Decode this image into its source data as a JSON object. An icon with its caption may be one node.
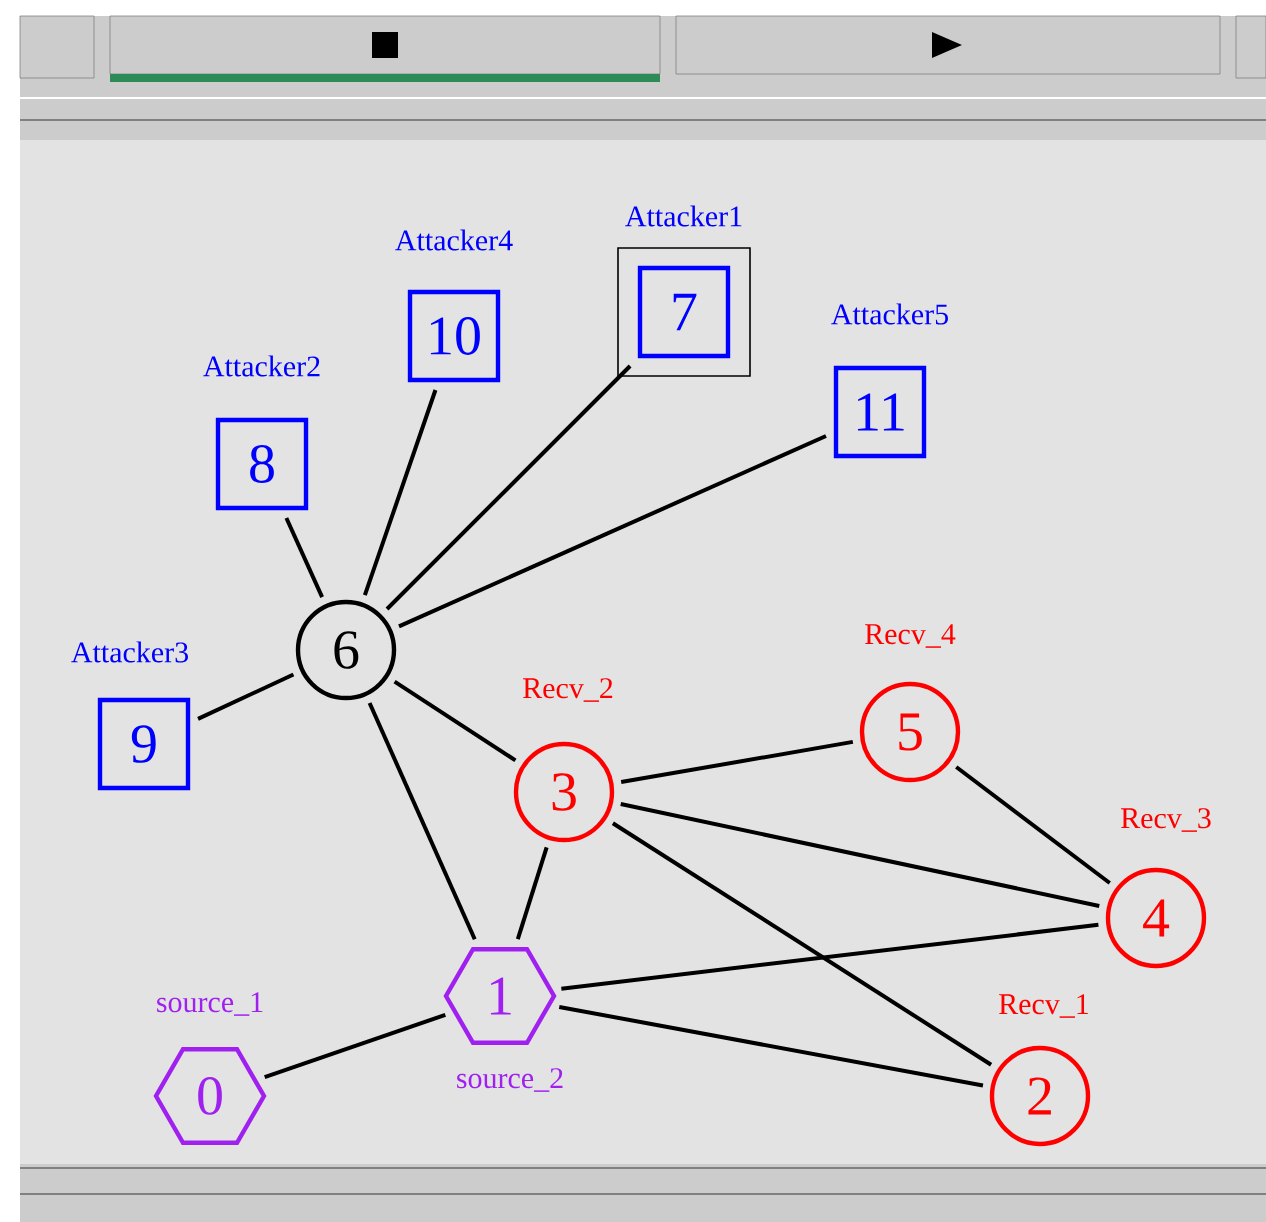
{
  "diagram": {
    "nodes": [
      {
        "text": [
          "0"
        ],
        "beside": [
          "source_1"
        ]
      },
      {
        "text": [
          "1"
        ],
        "beside": [
          "source_2"
        ]
      },
      {
        "text": [
          "2"
        ],
        "beside": [
          "Recv_1"
        ]
      },
      {
        "text": [
          "3"
        ],
        "beside": [
          "Recv_2"
        ]
      },
      {
        "text": [
          "4"
        ],
        "beside": [
          "Recv_3"
        ]
      },
      {
        "text": [
          "5"
        ],
        "beside": [
          "Recv_4"
        ]
      },
      {
        "text": [
          "6"
        ]
      },
      {
        "text": [
          "7"
        ],
        "beside": [
          "Attacker1"
        ]
      },
      {
        "text": [
          "8"
        ],
        "beside": [
          "Attacker2"
        ]
      },
      {
        "text": [
          "9"
        ],
        "beside": [
          "Attacker3"
        ]
      },
      {
        "text": [
          "10"
        ],
        "beside": [
          "Attacker4"
        ]
      },
      {
        "text": [
          "11"
        ],
        "beside": [
          "Attacker5"
        ]
      }
    ],
    "edges": [
      {
        "from": 0,
        "to": 1,
        "arrow": "none"
      },
      {
        "from": 1,
        "to": 6,
        "arrow": "none"
      },
      {
        "from": 1,
        "to": 3,
        "arrow": "none"
      },
      {
        "from": 1,
        "to": 4,
        "arrow": "none"
      },
      {
        "from": 1,
        "to": 2,
        "arrow": "none"
      },
      {
        "from": 3,
        "to": 6,
        "arrow": "none"
      },
      {
        "from": 3,
        "to": 5,
        "arrow": "none"
      },
      {
        "from": 3,
        "to": 4,
        "arrow": "none"
      },
      {
        "from": 3,
        "to": 2,
        "arrow": "none"
      },
      {
        "from": 5,
        "to": 4,
        "arrow": "none"
      },
      {
        "from": 6,
        "to": 9,
        "arrow": "none"
      },
      {
        "from": 6,
        "to": 8,
        "arrow": "none"
      },
      {
        "from": 6,
        "to": 10,
        "arrow": "none"
      },
      {
        "from": 6,
        "to": 7,
        "arrow": "none"
      },
      {
        "from": 6,
        "to": 11,
        "arrow": "none"
      }
    ]
  }
}
